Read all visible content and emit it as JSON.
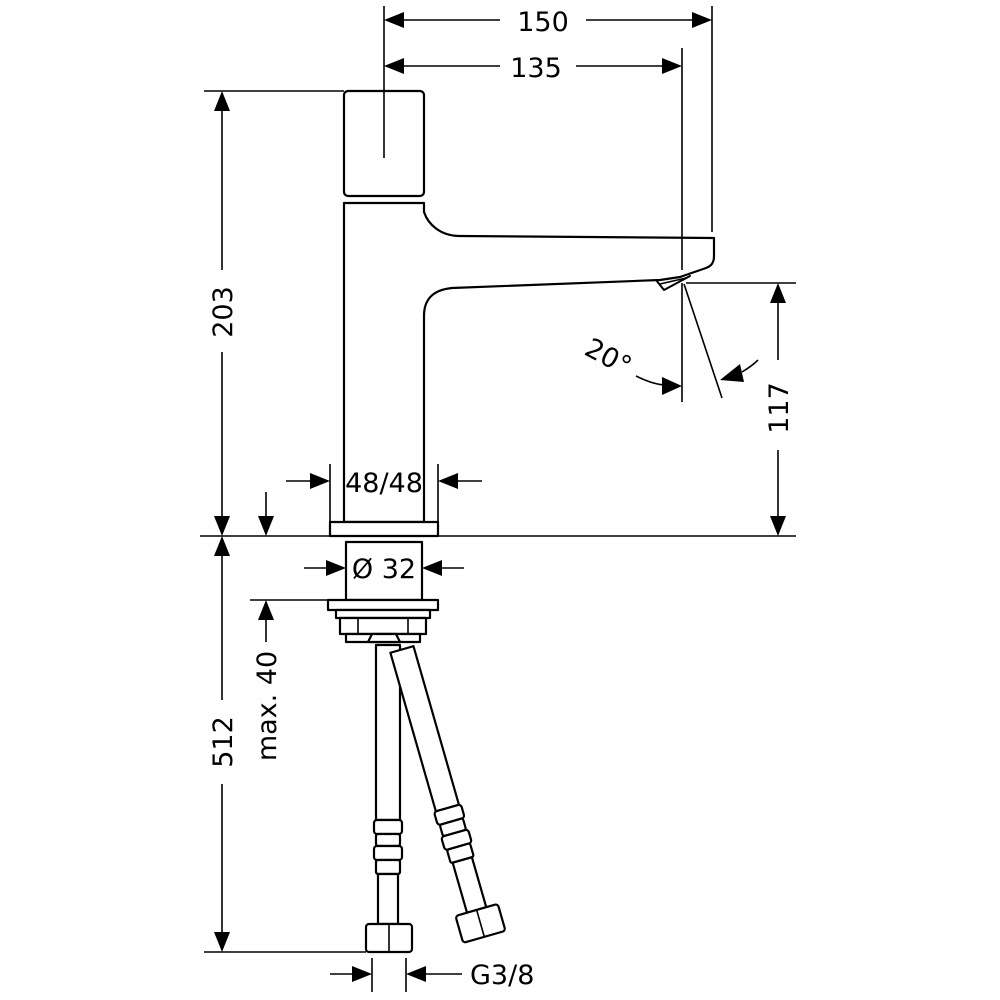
{
  "dimensions": {
    "overall_reach": "150",
    "spout_reach": "135",
    "height_above_deck": "203",
    "spout_height": "117",
    "spray_angle": "20°",
    "base_size": "48/48",
    "shank_diameter": "Ø 32",
    "max_deck_thickness": "max. 40",
    "hose_length": "512",
    "connection_thread": "G3/8"
  }
}
